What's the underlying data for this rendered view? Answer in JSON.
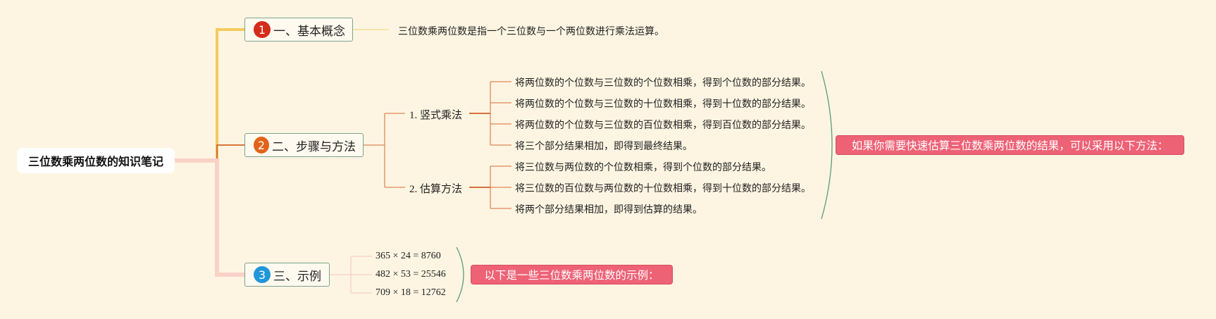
{
  "root": {
    "label": "三位数乘两位数的知识笔记"
  },
  "branches": [
    {
      "badge": "1",
      "badge_color": "#d62b1a",
      "line_color": "#f3cb5c",
      "label": "一、基本概念",
      "leaves": [
        "三位数乘两位数是指一个三位数与一个两位数进行乘法运算。"
      ]
    },
    {
      "badge": "2",
      "badge_color": "#e2641a",
      "line_color": "#d9733c",
      "label": "二、步骤与方法",
      "subs": [
        {
          "label": "1. 竖式乘法",
          "leaves": [
            "将两位数的个位数与三位数的个位数相乘，得到个位数的部分结果。",
            "将两位数的个位数与三位数的十位数相乘，得到十位数的部分结果。",
            "将两位数的个位数与三位数的百位数相乘，得到百位数的部分结果。",
            "将三个部分结果相加，即得到最终结果。"
          ]
        },
        {
          "label": "2. 估算方法",
          "leaves": [
            "将三位数与两位数的个位数相乘，得到个位数的部分结果。",
            "将三位数的百位数与两位数的十位数相乘，得到十位数的部分结果。",
            "将两个部分结果相加，即得到估算的结果。"
          ]
        }
      ],
      "callout": "如果你需要快速估算三位数乘两位数的结果，可以采用以下方法："
    },
    {
      "badge": "3",
      "badge_color": "#2196d9",
      "line_color": "#f9d2c6",
      "label": "三、示例",
      "leaves": [
        "365 × 24 = 8760",
        "482 × 53 = 25546",
        "709 × 18 = 12762"
      ],
      "callout": "以下是一些三位数乘两位数的示例："
    }
  ],
  "colors": {
    "background": "#fdf5e2",
    "callout": "#ee6276",
    "summary_bracket": "#5f9a79",
    "topic_border": "#7aa38e"
  }
}
